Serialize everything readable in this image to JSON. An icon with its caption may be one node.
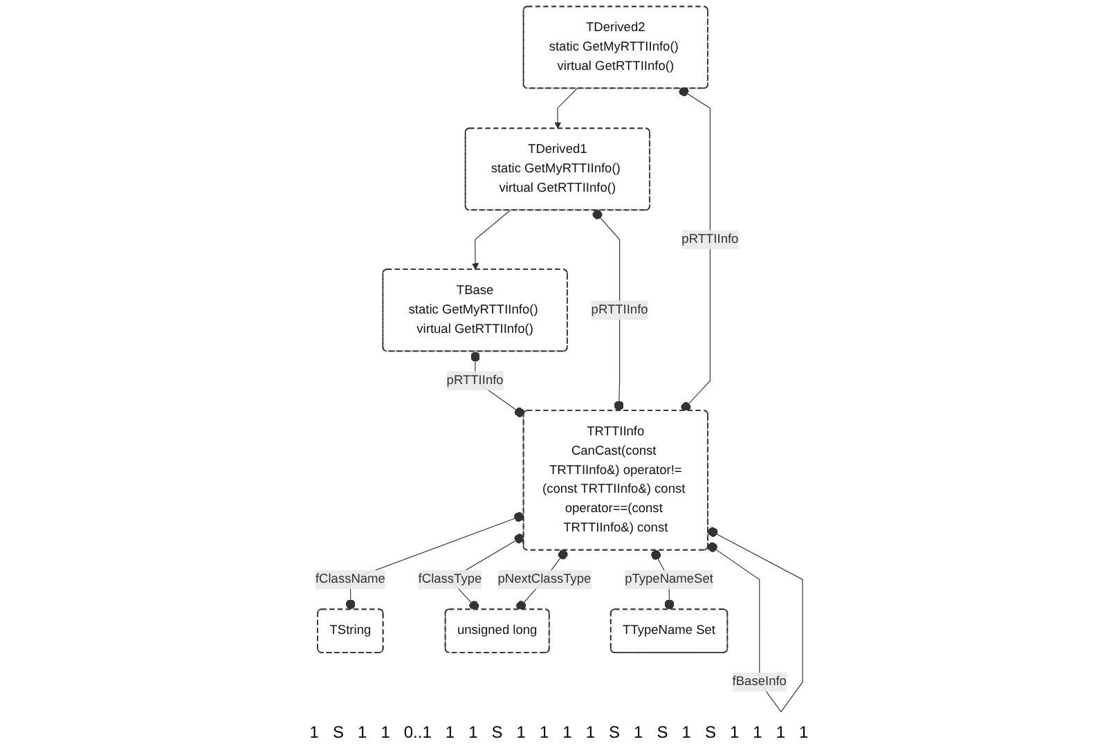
{
  "diagram": {
    "nodes": [
      {
        "text": [
          "TBase",
          "static GetMyRTTIInfo() virtual GetRTTIInfo()"
        ]
      },
      {
        "text": [
          "TRTTIInfo",
          "CanCast(const TRTTIInfo&) operator!=(const TRTTIInfo&) const operator==(const TRTTIInfo&) const"
        ]
      },
      {
        "text": [
          "TDerived1",
          "static GetMyRTTIInfo() virtual GetRTTIInfo()"
        ]
      },
      {
        "text": [
          "TDerived2",
          "static GetMyRTTIInfo() virtual GetRTTIInfo()"
        ]
      },
      {
        "text": [
          "TString"
        ]
      },
      {
        "text": [
          "unsigned long"
        ]
      },
      {
        "text": [
          "TTypeName Set"
        ]
      }
    ],
    "edges": [
      {
        "from": 1,
        "to": 1,
        "arrow": "other",
        "label": "fBaseInfo"
      },
      {
        "from": 0,
        "to": 1,
        "arrow": "other",
        "label": "pRTTIInfo"
      },
      {
        "from": 2,
        "to": 1,
        "arrow": "other",
        "label": "pRTTIInfo"
      },
      {
        "from": 2,
        "to": 0,
        "arrow": "to"
      },
      {
        "from": 3,
        "to": 1,
        "arrow": "other",
        "label": "pRTTIInfo"
      },
      {
        "from": 3,
        "to": 2,
        "arrow": "to"
      },
      {
        "from": 1,
        "to": 4,
        "arrow": "other",
        "label": "fClassName"
      },
      {
        "from": 1,
        "to": 5,
        "arrow": "other",
        "label": "fClassType"
      },
      {
        "from": 1,
        "to": 5,
        "arrow": "other",
        "label": "pNextClassType"
      },
      {
        "from": 1,
        "to": 6,
        "arrow": "other",
        "label": "pTypeNameSet"
      }
    ],
    "labels": [
      "1",
      "S",
      "1",
      "1",
      "0..1",
      "1",
      "1",
      "S",
      "1",
      "1",
      "1",
      "1",
      "S",
      "1",
      "S",
      "1",
      "S",
      "1",
      "1",
      "1",
      "1"
    ]
  }
}
